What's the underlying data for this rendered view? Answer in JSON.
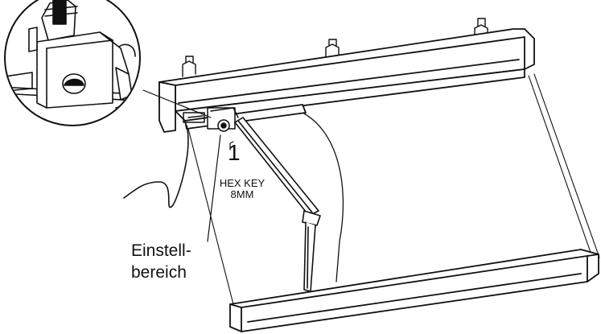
{
  "diagram": {
    "callout_number": "1",
    "hex_key": {
      "line1": "HEX KEY",
      "line2": "8MM"
    },
    "adjust_label": {
      "line1": "Einstell-",
      "line2": "bereich"
    }
  }
}
